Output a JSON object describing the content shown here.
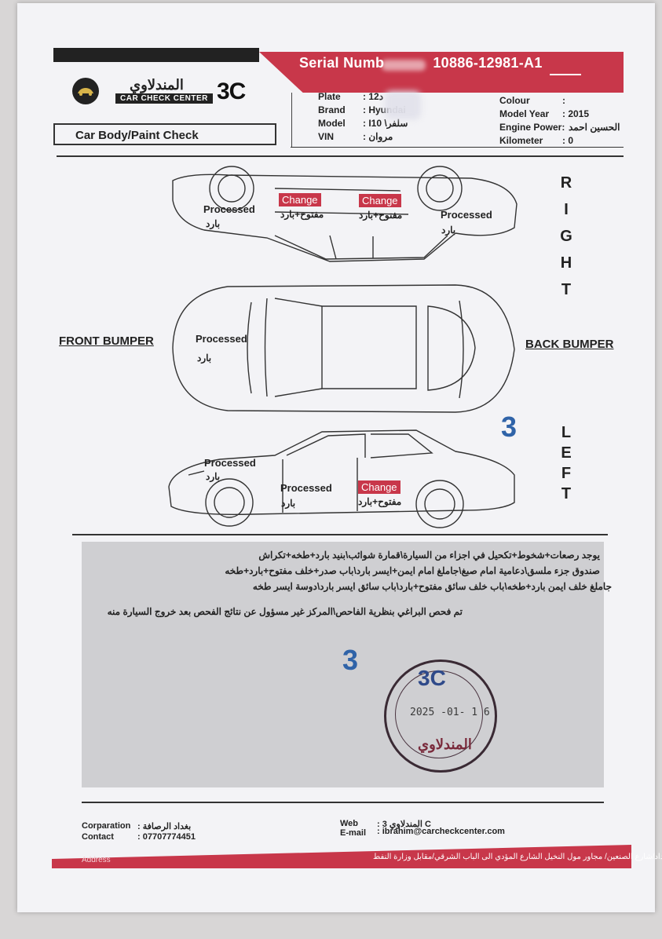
{
  "header": {
    "serial_label": "Serial Numb",
    "serial_value": "10886-12981-A1",
    "logo_ar": "المندلاوي",
    "logo_en": "CAR CHECK CENTER",
    "logo_3c": "3C",
    "section_title": "Car Body/Paint Check"
  },
  "vehicle": {
    "plate_label": "Plate",
    "plate_value": ": د12",
    "brand_label": "Brand",
    "brand_value": ": Hyundai",
    "model_label": "Model",
    "model_value": ": I10 \\سلفر",
    "vin_label": "VIN",
    "vin_value": ": مروان",
    "colour_label": "Colour",
    "colour_value": ":",
    "year_label": "Model Year",
    "year_value": ": 2015",
    "engine_label": "Engine Power:",
    "engine_value": "الحسين احمد",
    "km_label": "Kilometer",
    "km_value": ": 0"
  },
  "diagram": {
    "right_letters": [
      "R",
      "I",
      "G",
      "H",
      "T"
    ],
    "left_letters": [
      "L",
      "E",
      "F",
      "T"
    ],
    "front_bumper": "FRONT BUMPER",
    "back_bumper": "BACK BUMPER",
    "processed": "Processed",
    "change": "Change",
    "cold": "بارد",
    "open_cold": "مفتوح+بارد",
    "mark_3": "3"
  },
  "notes": {
    "line1": "يوجد رصعات+شخوط+تكحيل في اجزاء من السيارة\\قمارة شوائب\\بنيد بارد+طخه+تكراش",
    "line2": "صندوق جزء ملسق\\دعامية امام صبغ\\جاملغ امام ايمن+ايسر بارد\\باب صدر+خلف مفتوح+بارد+طخه",
    "line3": "جاملغ خلف ايمن بارد+طخه\\باب خلف سائق مفتوح+بارد\\باب سائق ايسر بارد\\دوسة ايسر طخه",
    "line4": "تم فحص البراغي بنظرية الفاحص\\المركز غير مسؤول عن نتائج الفحص بعد خروج السيارة منه",
    "mark": "3"
  },
  "stamp": {
    "brand": "3C",
    "date": "2025 -01- 1 6",
    "name": "المندلاوي"
  },
  "footer": {
    "corp_label": "Corparation",
    "corp_value": ":  بغداد الرصافة",
    "contact_label": "Contact",
    "contact_value": ":  07707774451",
    "web_label": "Web",
    "web_value": ":  3 المندلاوي C",
    "email_label": "E-mail",
    "email_value": ":  ibrahim@carcheckcenter.com",
    "address_label": "Address",
    "address_value": "بغداد/شارع الصنعين/ مجاور مول النخيل الشارع المؤدي الى الباب الشرقي/مقابل وزارة النفط"
  }
}
